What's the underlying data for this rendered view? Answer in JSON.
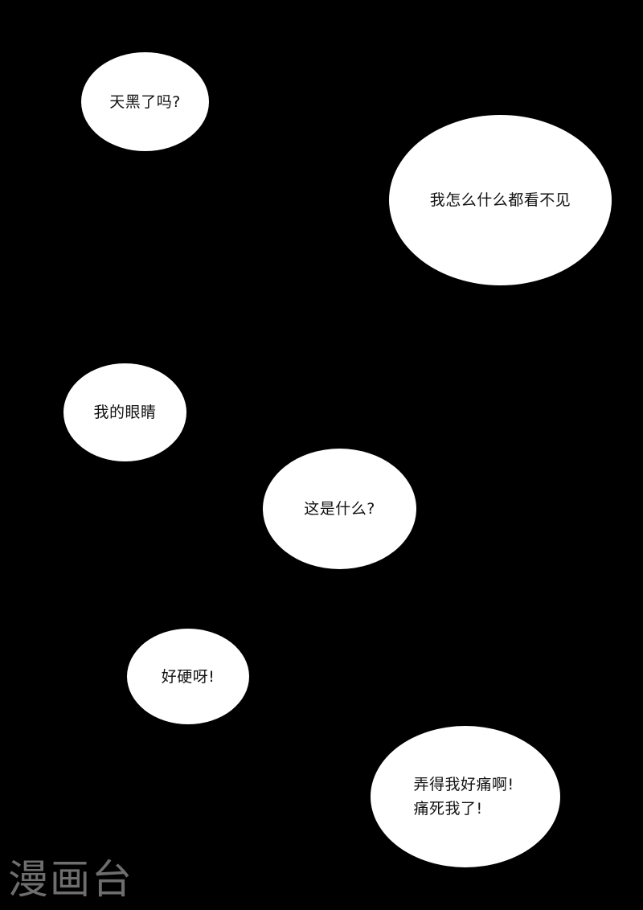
{
  "page": {
    "background_color": "#000000",
    "bubble_color": "#ffffff",
    "text_color": "#111111"
  },
  "bubbles": [
    {
      "text": "天黑了吗?"
    },
    {
      "text": "我怎么什么都看不见"
    },
    {
      "text": "我的眼睛"
    },
    {
      "text": "这是什么?"
    },
    {
      "text": "好硬呀!"
    },
    {
      "text": "弄得我好痛啊!\n痛死我了!"
    }
  ],
  "watermark": {
    "text": "漫画台",
    "color": "#6e6e6e"
  }
}
